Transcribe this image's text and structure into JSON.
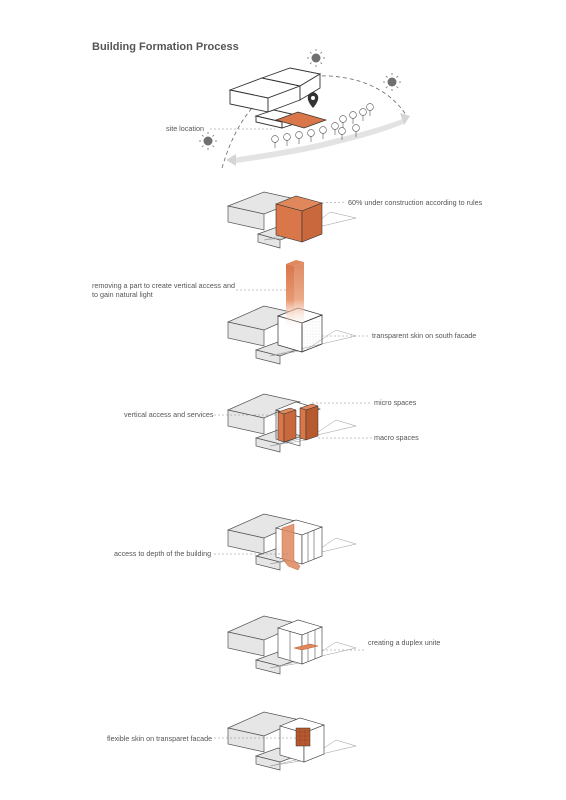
{
  "title": "Building Formation Process",
  "labels": {
    "site_location": "site location",
    "construction": "60% under construction according to rules",
    "removing": "removing a part to create vertical access and to gain natural light",
    "transparent_skin": "transparent skin on south facade",
    "micro": "micro spaces",
    "vertical_access": "vertical access and services",
    "macro": "macro spaces",
    "access_depth": "access to depth of the building",
    "duplex": "creating a duplex unite",
    "flexible_skin": "flexible skin on transparet facade"
  },
  "colors": {
    "accent": "#d9764a",
    "accent_dark": "#b85a30",
    "block_fill": "#e6e6e6",
    "block_stroke": "#555555",
    "sun": "#707070"
  }
}
